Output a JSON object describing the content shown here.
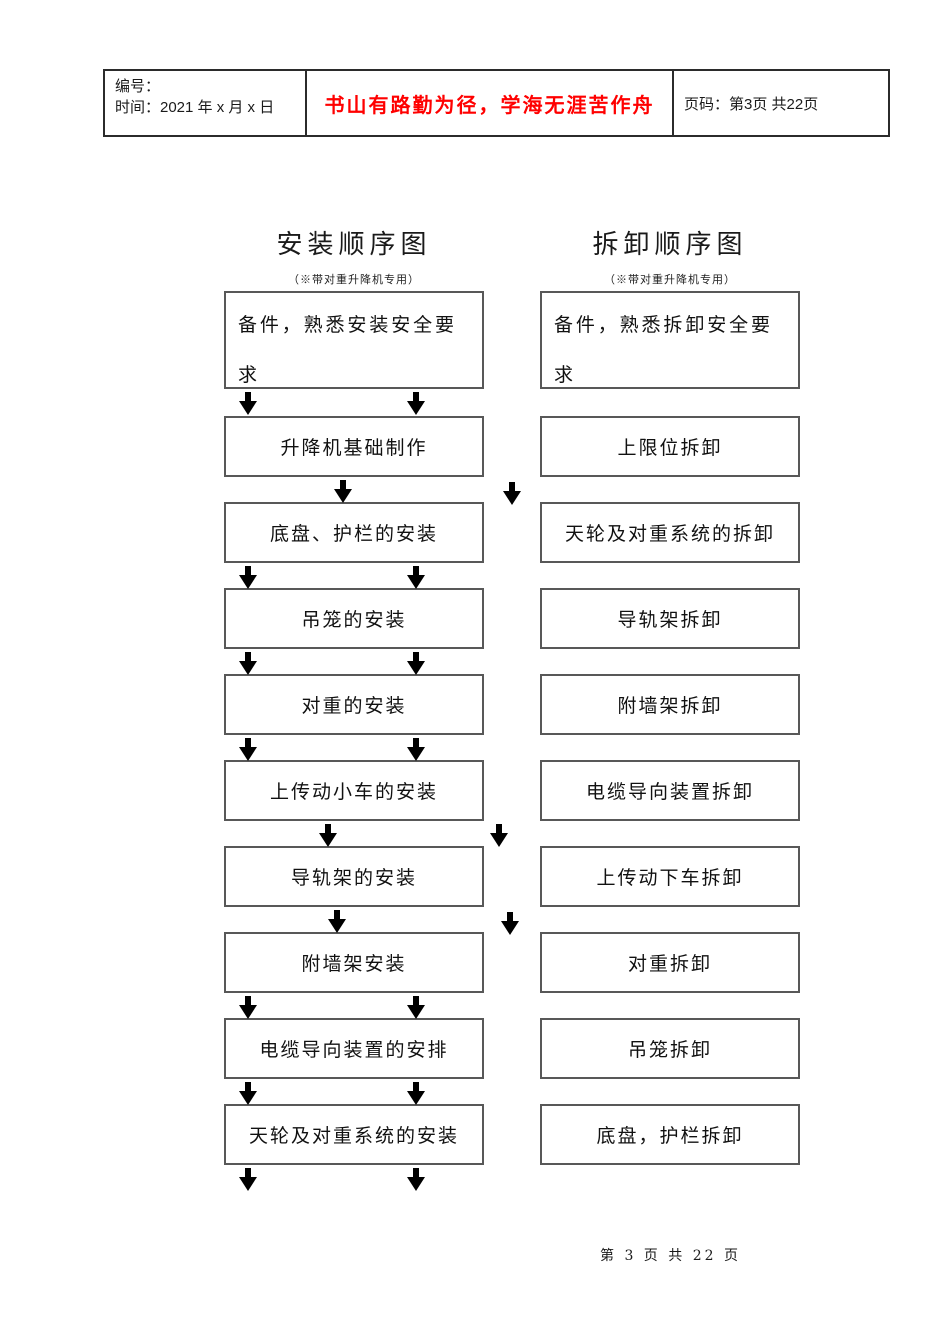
{
  "header": {
    "number_label": "编号：",
    "time_label": "时间：2021 年 x 月 x 日",
    "motto": "书山有路勤为径，学海无涯苦作舟",
    "motto_color": "#ff0000",
    "page_label": "页码：第3页 共22页"
  },
  "install": {
    "title": "安装顺序图",
    "subtitle": "（※带对重升降机专用）",
    "steps": [
      "备件，熟悉安装安全要求",
      "升降机基础制作",
      "底盘、护栏的安装",
      "吊笼的安装",
      "对重的安装",
      "上传动小车的安装",
      "导轨架的安装",
      "附墙架安装",
      "电缆导向装置的安排",
      "天轮及对重系统的安装"
    ]
  },
  "dismantle": {
    "title": "拆卸顺序图",
    "subtitle": "（※带对重升降机专用）",
    "steps": [
      "备件，熟悉拆卸安全要求",
      "上限位拆卸",
      "天轮及对重系统的拆卸",
      "导轨架拆卸",
      "附墙架拆卸",
      "电缆导向装置拆卸",
      "上传动下车拆卸",
      "对重拆卸",
      "吊笼拆卸",
      "底盘，护栏拆卸"
    ]
  },
  "footer": {
    "page_indicator": "第 3 页 共 22 页"
  }
}
